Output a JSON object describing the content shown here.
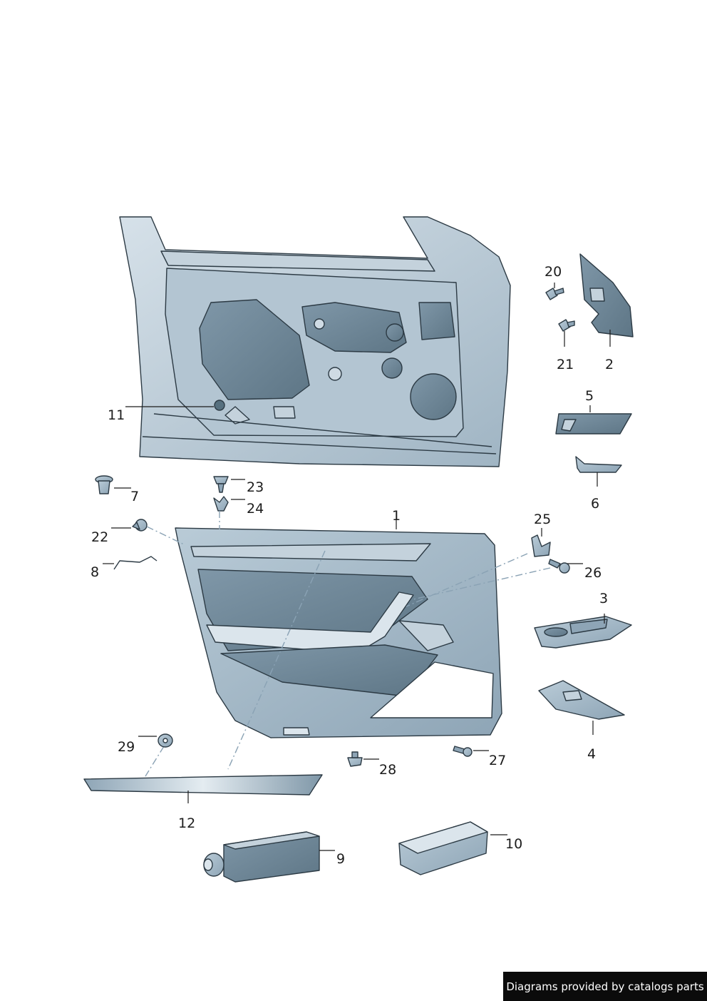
{
  "diagram": {
    "callouts": [
      "1",
      "2",
      "3",
      "4",
      "5",
      "6",
      "7",
      "8",
      "9",
      "10",
      "11",
      "12",
      "20",
      "21",
      "22",
      "23",
      "24",
      "25",
      "26",
      "27",
      "28",
      "29"
    ]
  },
  "footer": {
    "text": "Diagrams provided by catalogs parts"
  },
  "colors": {
    "part_fill": "#a9bdcb",
    "part_shade": "#7f97a8",
    "part_light": "#d3dee6",
    "outline": "#2c3a44"
  }
}
